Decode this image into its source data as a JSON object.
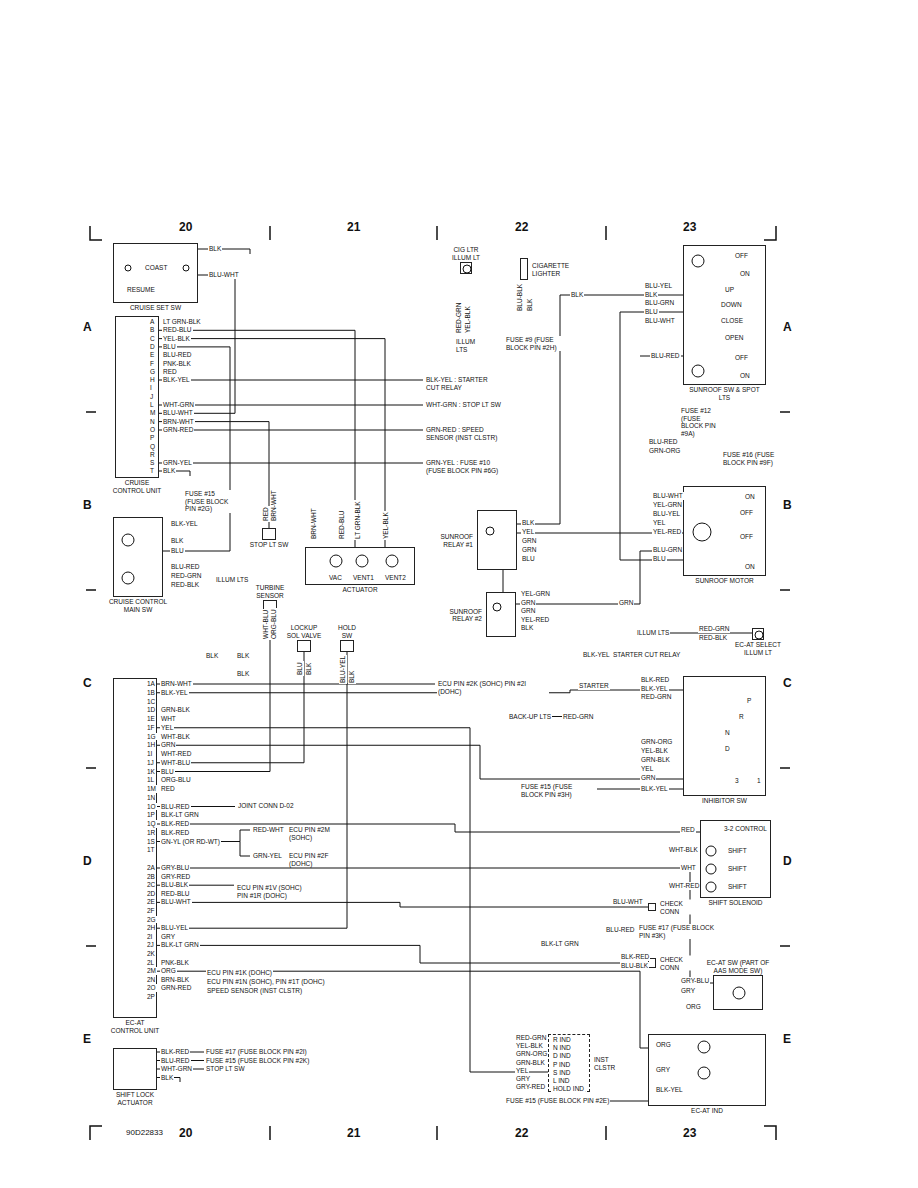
{
  "diagram": {
    "nodes": [
      {
        "text": [
          "COAST",
          "RESUME",
          "CRUISE SET SW"
        ]
      },
      {
        "text": [
          "CRUISE CONTROL UNIT"
        ]
      },
      {
        "text": [
          "CRUISE CONTROL MAIN SW"
        ]
      },
      {
        "text": [
          "STOP LT SW"
        ]
      },
      {
        "text": [
          "VAC",
          "VENT1",
          "VENT2",
          "ACTUATOR"
        ]
      },
      {
        "text": [
          "TURBINE SENSOR"
        ]
      },
      {
        "text": [
          "LOCKUP SOL VALVE"
        ]
      },
      {
        "text": [
          "HOLD SW"
        ]
      },
      {
        "text": [
          "CIG LTR ILLUM LT"
        ]
      },
      {
        "text": [
          "CIGARETTE LIGHTER"
        ]
      },
      {
        "text": [
          "OFF",
          "ON",
          "UP",
          "DOWN",
          "CLOSE",
          "OPEN",
          "OFF",
          "ON",
          "SUNROOF SW & SPOT LTS"
        ]
      },
      {
        "text": [
          "SUNROOF RELAY #1"
        ]
      },
      {
        "text": [
          "ON",
          "OFF",
          "OFF",
          "ON",
          "SUNROOF MOTOR"
        ]
      },
      {
        "text": [
          "SUNROOF RELAY #2"
        ]
      },
      {
        "text": [
          "EC-AT SELECT ILLUM LT"
        ]
      },
      {
        "text": [
          "EC-AT CONTROL UNIT"
        ]
      },
      {
        "text": [
          "P",
          "R",
          "N",
          "D",
          "3",
          "1",
          "INHIBITOR SW"
        ]
      },
      {
        "text": [
          "3-2 CONTROL",
          "SHIFT",
          "SHIFT",
          "SHIFT",
          "SHIFT SOLENOID"
        ]
      },
      {
        "text": [
          "CHECK CONN"
        ]
      },
      {
        "text": [
          "EC-AT SW (PART OF AAS MODE SW)"
        ]
      },
      {
        "text": [
          "CHECK CONN"
        ]
      },
      {
        "text": [
          "R IND",
          "N IND",
          "D IND",
          "P IND",
          "S IND",
          "L IND",
          "HOLD IND",
          "INST CLSTR"
        ]
      },
      {
        "text": [
          "EC-AT IND"
        ]
      },
      {
        "text": [
          "SHIFT LOCK ACTUATOR"
        ]
      }
    ],
    "edges": [
      {
        "from": 0,
        "to": 1,
        "arrow": "none"
      },
      {
        "from": 2,
        "to": 1,
        "arrow": "none"
      },
      {
        "from": 3,
        "to": 1,
        "arrow": "none"
      },
      {
        "from": 1,
        "to": 4,
        "arrow": "none"
      },
      {
        "from": 5,
        "to": 15,
        "arrow": "none"
      },
      {
        "from": 6,
        "to": 15,
        "arrow": "none"
      },
      {
        "from": 7,
        "to": 15,
        "arrow": "none"
      },
      {
        "from": 15,
        "to": 16,
        "arrow": "none"
      },
      {
        "from": 15,
        "to": 17,
        "arrow": "none"
      },
      {
        "from": 15,
        "to": 18,
        "arrow": "none"
      },
      {
        "from": 15,
        "to": 19,
        "arrow": "none"
      },
      {
        "from": 15,
        "to": 20,
        "arrow": "none"
      },
      {
        "from": 15,
        "to": 21,
        "arrow": "none"
      },
      {
        "from": 15,
        "to": 22,
        "arrow": "none"
      },
      {
        "from": 10,
        "to": 12,
        "arrow": "none"
      },
      {
        "from": 11,
        "to": 10,
        "arrow": "none"
      },
      {
        "from": 11,
        "to": 12,
        "arrow": "none"
      },
      {
        "from": 13,
        "to": 12,
        "arrow": "none"
      },
      {
        "from": 13,
        "to": 11,
        "arrow": "none"
      }
    ],
    "labels": [
      "20",
      "21",
      "22",
      "23",
      "20",
      "21",
      "22",
      "23",
      "A",
      "B",
      "C",
      "D",
      "E",
      "A",
      "B",
      "C",
      "D",
      "E",
      "90D22833",
      "BLK",
      "BLU-WHT",
      "A",
      "B",
      "C",
      "D",
      "E",
      "F",
      "G",
      "H",
      "I",
      "J",
      "L",
      "M",
      "N",
      "O",
      "P",
      "Q",
      "R",
      "S",
      "T",
      "LT GRN-BLK",
      "RED-BLU",
      "YEL-BLK",
      "BLU",
      "BLU-RED",
      "PNK-BLK",
      "RED",
      "BLK-YEL",
      "WHT-GRN",
      "BLU-WHT",
      "BRN-WHT",
      "GRN-RED",
      "GRN-YEL",
      "BLK",
      "BLK-YEL : STARTER CUT RELAY",
      "WHT-GRN : STOP LT SW",
      "GRN-RED : SPEED SENSOR (INST CLSTR)",
      "GRN-YEL : FUSE #10 (FUSE BLOCK PIN #6G)",
      "FUSE #15 (FUSE BLOCK PIN #2G)",
      "BLK-YEL",
      "BLK",
      "BLU",
      "BLU-RED",
      "RED-GRN",
      "RED-BLK",
      "ILLUM LTS",
      "RED",
      "BRN-WHT",
      "BRN-WHT",
      "RED-BLU",
      "LT GRN-BLK",
      "YEL-BLK",
      "RED-GRN",
      "YEL-BLK",
      "ILLUM LTS",
      "BLU-BLK",
      "BLK",
      "FUSE #9 (FUSE BLOCK PIN #2H)",
      "BLK",
      "BLU-YEL",
      "BLK",
      "BLU-GRN",
      "BLU",
      "BLU-WHT",
      "BLU-RED",
      "FUSE #12 (FUSE BLOCK PIN #9A)",
      "BLU-RED",
      "GRN-ORG",
      "FUSE #16 (FUSE BLOCK PIN #9F)",
      "BLU-WHT",
      "YEL-GRN",
      "BLU-YEL",
      "YEL",
      "YEL-RED",
      "BLU-GRN",
      "BLU",
      "BLK",
      "YEL",
      "GRN",
      "GRN",
      "BLU",
      "YEL-GRN",
      "GRN",
      "GRN",
      "YEL-RED",
      "BLK",
      "GRN",
      "ILLUM LTS",
      "RED-GRN",
      "RED-BLK",
      "WHT-BLU",
      "ORG-BLU",
      "BLK",
      "BLK",
      "BLK",
      "BLU",
      "BLK",
      "BLU-YEL",
      "BLK",
      "BLK-YEL",
      "STARTER CUT RELAY",
      "1A",
      "1B",
      "1C",
      "1D",
      "1E",
      "1F",
      "1G",
      "1H",
      "1I",
      "1J",
      "1K",
      "1L",
      "1M",
      "1N",
      "1O",
      "1P",
      "1Q",
      "1R",
      "1S",
      "1T",
      "BRN-WHT",
      "BLK-YEL",
      "GRN-BLK",
      "WHT",
      "YEL",
      "WHT-BLK",
      "GRN",
      "WHT-RED",
      "WHT-BLU",
      "BLU",
      "ORG-BLU",
      "RED",
      "BLU-RED",
      "BLK-LT GRN",
      "BLK-RED",
      "BLK-RED",
      "GN-YL (OR RD-WT)",
      "2A",
      "2B",
      "2C",
      "2D",
      "2E",
      "2F",
      "2G",
      "2H",
      "2I",
      "2J",
      "2K",
      "2L",
      "2M",
      "2N",
      "2O",
      "2P",
      "GRY-BLU",
      "GRY-RED",
      "BLU-BLK",
      "RED-BLU",
      "BLU-WHT",
      "BLU-YEL",
      "GRY",
      "BLK-LT GRN",
      "PNK-BLK",
      "ORG",
      "BRN-BLK",
      "GRN-RED",
      "ECU PIN #2K (SOHC) PIN #2I (DOHC)",
      "JOINT CONN D-02",
      "RED-WHT",
      "ECU PIN #2M (SOHC)",
      "GRN-YEL",
      "ECU PIN #2F (DOHC)",
      "ECU PIN #1V (SOHC) PIN #1R (DOHC)",
      "ECU PIN #1K (DOHC)",
      "ECU PIN #1N (SOHC), PIN #1T (DOHC)",
      "SPEED SENSOR (INST CLSTR)",
      "STARTER",
      "BLK-RED",
      "BLK-YEL",
      "RED-GRN",
      "BACK-UP LTS",
      "RED-GRN",
      "GRN-ORG",
      "YEL-BLK",
      "GRN-BLK",
      "YEL",
      "GRN",
      "FUSE #15 (FUSE BLOCK PIN #3H)",
      "BLK-YEL",
      "RED",
      "WHT-BLK",
      "WHT",
      "WHT-RED",
      "BLU-WHT",
      "BLU-RED",
      "FUSE #17 (FUSE BLOCK PIN #3K)",
      "BLK-LT GRN",
      "BLK-RED",
      "BLU-BLK",
      "GRY-BLU",
      "GRY",
      "ORG",
      "RED-GRN",
      "YEL-BLK",
      "GRN-ORG",
      "GRN-BLK",
      "YEL",
      "GRY",
      "GRY-RED",
      "ORG",
      "GRY",
      "BLK-YEL",
      "FUSE #15 (FUSE BLOCK PIN #2E)",
      "BLK-RED",
      "BLU-RED",
      "WHT-GRN",
      "BLK",
      "FUSE #17 (FUSE BLOCK PIN #2I)",
      "FUSE #15 (FUSE BLOCK PIN #2K)",
      "STOP LT SW"
    ]
  }
}
